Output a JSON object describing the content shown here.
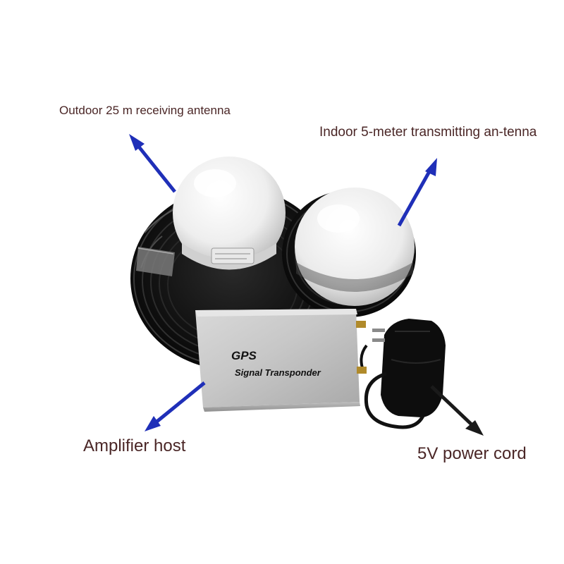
{
  "labels": {
    "outdoor_antenna": "Outdoor 25 m receiving antenna",
    "indoor_antenna": "Indoor 5-meter transmitting an-tenna",
    "amplifier_host": "Amplifier host",
    "power_cord": "5V power cord"
  },
  "device": {
    "brand": "GPS",
    "name": "Signal Transponder"
  },
  "colors": {
    "label_text": "#4a2626",
    "blue_arrow": "#1f2fb8",
    "black_arrow": "#1a1a1a"
  }
}
